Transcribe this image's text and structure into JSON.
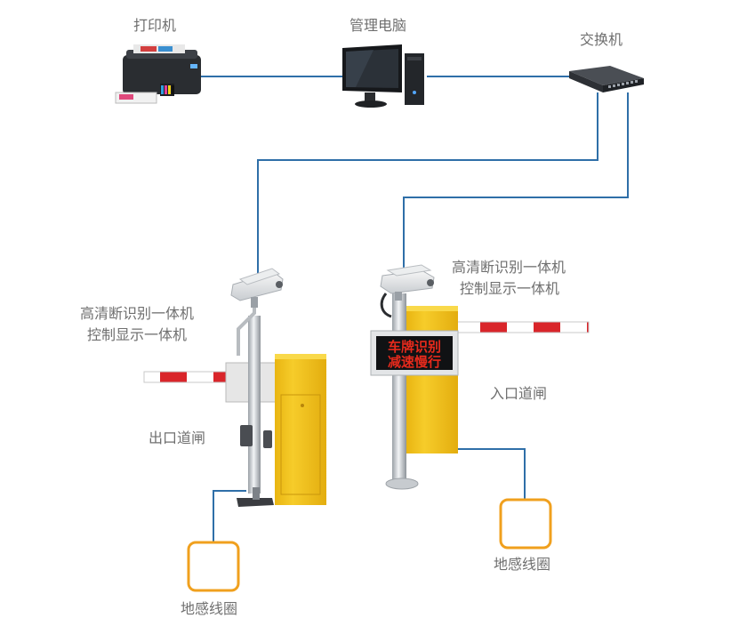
{
  "labels": {
    "printer": "打印机",
    "computer": "管理电脑",
    "switch": "交换机",
    "exit_camera_line1": "高清断识别一体机",
    "exit_camera_line2": "控制显示一体机",
    "entry_camera_line1": "高清断识别一体机",
    "entry_camera_line2": "控制显示一体机",
    "exit_gate": "出口道闸",
    "entry_gate": "入口道闸",
    "exit_loop": "地感线圈",
    "entry_loop": "地感线圈"
  },
  "led_display": {
    "line1": "车牌识别",
    "line2": "减速慢行"
  },
  "colors": {
    "connection_line": "#2f6fa8",
    "loop_border": "#f0a01e",
    "barrier_red": "#d9252a",
    "cabinet_yellow": "#f3c21a",
    "led_text": "#e62a1c",
    "label_text": "#6f6f6f"
  },
  "icons": {
    "printer": "printer-icon",
    "computer": "desktop-computer-icon",
    "switch": "network-switch-icon",
    "camera": "cctv-camera-icon"
  }
}
